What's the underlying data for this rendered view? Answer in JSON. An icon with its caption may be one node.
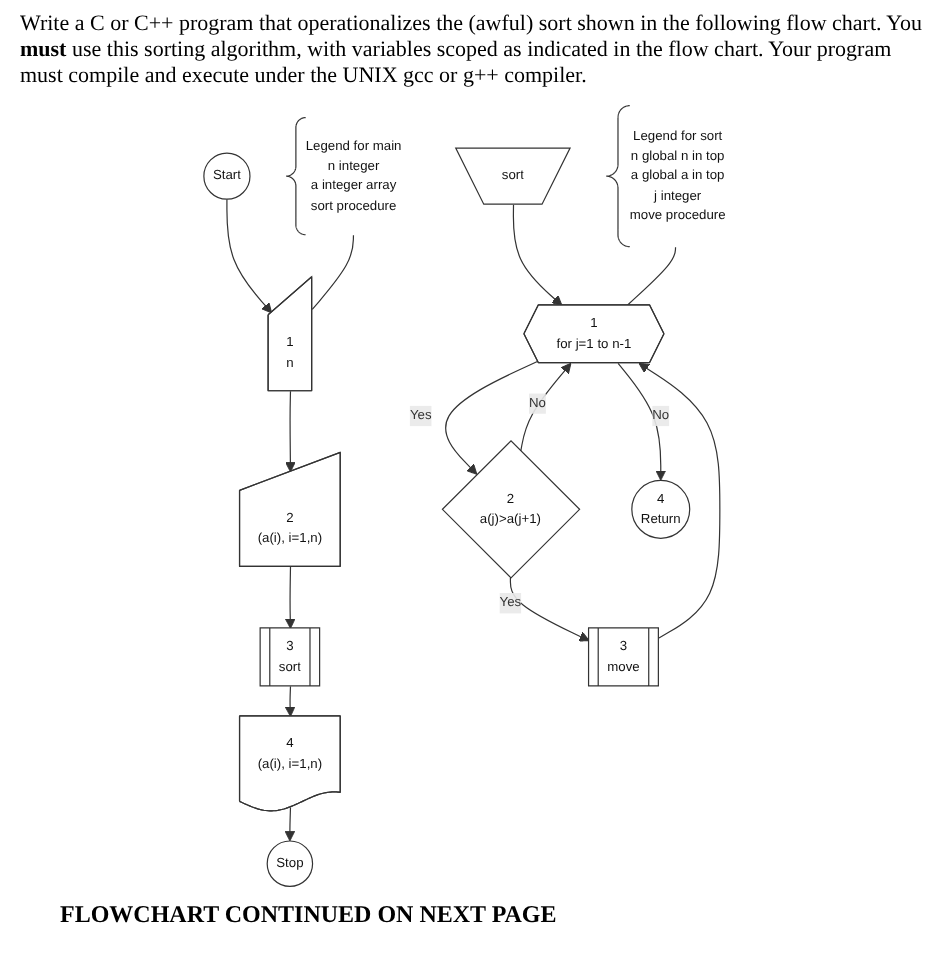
{
  "diagram": {
    "title": "Write a C or C++ program that operationalizes the (awful) sort shown in the following flow chart. You **must** use this sorting algorithm, with variables scoped as indicated in the flow chart. Your program must compile and execute under the UNIX gcc or g++ compiler.",
    "nodes": [
      {
        "text": [
          "Start"
        ]
      },
      {
        "text": [
          "Legend for main",
          "n integer",
          "a integer array",
          "sort procedure"
        ]
      },
      {
        "text": [
          "1",
          "n"
        ]
      },
      {
        "text": [
          "2",
          "(a(i), i=1,n)"
        ]
      },
      {
        "text": [
          "3",
          "sort"
        ]
      },
      {
        "text": [
          "4",
          "(a(i), i=1,n)"
        ]
      },
      {
        "text": [
          "Stop"
        ]
      },
      {
        "text": [
          "sort"
        ]
      },
      {
        "text": [
          "Legend for sort",
          "n global n in top",
          "a global a in top",
          "j integer",
          "move procedure"
        ]
      },
      {
        "text": [
          "1",
          "for j=1 to n-1"
        ]
      },
      {
        "text": [
          "2",
          "a(j)>a(j+1)"
        ]
      },
      {
        "text": [
          "3",
          "move"
        ]
      },
      {
        "text": [
          "4",
          "Return"
        ]
      }
    ],
    "edges": [
      {
        "from": 0,
        "to": 2,
        "arrow": "to"
      },
      {
        "from": 1,
        "to": 2,
        "arrow": "none"
      },
      {
        "from": 2,
        "to": 3,
        "arrow": "to"
      },
      {
        "from": 3,
        "to": 4,
        "arrow": "to"
      },
      {
        "from": 4,
        "to": 5,
        "arrow": "to"
      },
      {
        "from": 5,
        "to": 6,
        "arrow": "to"
      },
      {
        "from": 7,
        "to": 9,
        "arrow": "to"
      },
      {
        "from": 8,
        "to": 9,
        "arrow": "none"
      },
      {
        "from": 9,
        "to": 10,
        "label": "Yes",
        "arrow": "to"
      },
      {
        "from": 10,
        "to": 11,
        "label": "Yes",
        "arrow": "to"
      },
      {
        "from": 11,
        "to": 9,
        "arrow": "to"
      },
      {
        "from": 10,
        "to": 9,
        "label": "No",
        "arrow": "to"
      },
      {
        "from": 9,
        "to": 12,
        "label": "No",
        "arrow": "to"
      }
    ],
    "labels": [
      "FLOWCHART CONTINUED ON NEXT PAGE"
    ]
  }
}
